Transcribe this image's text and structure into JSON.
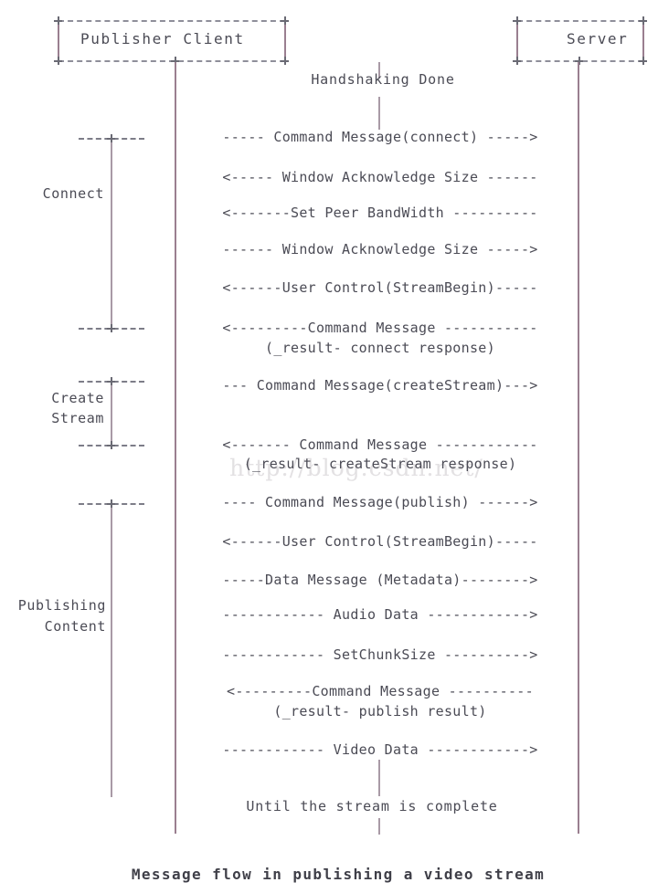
{
  "diagram": {
    "type": "ascii-sequence-diagram",
    "caption": "Message flow in publishing a video stream",
    "watermark": "http://blog.csdn.net/",
    "colors": {
      "background": "#ffffff",
      "text": "#4b4b55",
      "lifeline": "#9a7f90",
      "box_border": "#8f8f9a",
      "watermark": "#e3e1e3"
    },
    "participants": [
      {
        "id": "publisher",
        "label": "Publisher Client"
      },
      {
        "id": "server",
        "label": "Server"
      }
    ],
    "notes": [
      {
        "id": "handshaking",
        "text": "Handshaking Done"
      },
      {
        "id": "until-complete",
        "text": "Until the stream is complete"
      }
    ],
    "phases": [
      {
        "id": "connect",
        "label": "Connect",
        "lines": [
          "Connect"
        ]
      },
      {
        "id": "create-stream",
        "label": "Create Stream",
        "lines": [
          "Create",
          "Stream"
        ]
      },
      {
        "id": "publishing-content",
        "label": "Publishing Content",
        "lines": [
          "Publishing",
          "Content"
        ]
      }
    ],
    "messages": [
      {
        "id": "m1",
        "text": "----- Command Message(connect) ----->",
        "label": "Command Message(connect)",
        "direction": "client-to-server"
      },
      {
        "id": "m2",
        "text": "<----- Window Acknowledge Size ------",
        "label": "Window Acknowledge Size",
        "direction": "server-to-client"
      },
      {
        "id": "m3",
        "text": "<-------Set Peer BandWidth ----------",
        "label": "Set Peer BandWidth",
        "direction": "server-to-client"
      },
      {
        "id": "m4",
        "text": "------ Window Acknowledge Size ----->",
        "label": "Window Acknowledge Size",
        "direction": "client-to-server"
      },
      {
        "id": "m5",
        "text": "<------User Control(StreamBegin)-----",
        "label": "User Control(StreamBegin)",
        "direction": "server-to-client"
      },
      {
        "id": "m6",
        "text": "<---------Command Message -----------",
        "label": "Command Message",
        "sublabel": "(_result- connect response)",
        "direction": "server-to-client"
      },
      {
        "id": "m7",
        "text": "--- Command Message(createStream)--->",
        "label": "Command Message(createStream)",
        "direction": "client-to-server"
      },
      {
        "id": "m8",
        "text": "<------- Command Message ------------",
        "label": "Command Message",
        "sublabel": "(_result- createStream response)",
        "direction": "server-to-client"
      },
      {
        "id": "m9",
        "text": "---- Command Message(publish) ------>",
        "label": "Command Message(publish)",
        "direction": "client-to-server"
      },
      {
        "id": "m10",
        "text": "<------User Control(StreamBegin)-----",
        "label": "User Control(StreamBegin)",
        "direction": "server-to-client"
      },
      {
        "id": "m11",
        "text": "-----Data Message (Metadata)-------->",
        "label": "Data Message (Metadata)",
        "direction": "client-to-server"
      },
      {
        "id": "m12",
        "text": "------------ Audio Data ------------>",
        "label": "Audio Data",
        "direction": "client-to-server"
      },
      {
        "id": "m13",
        "text": "------------ SetChunkSize ---------->",
        "label": "SetChunkSize",
        "direction": "client-to-server"
      },
      {
        "id": "m14",
        "text": "<---------Command Message ----------",
        "label": "Command Message",
        "sublabel": "(_result- publish result)",
        "direction": "server-to-client"
      },
      {
        "id": "m15",
        "text": "------------ Video Data ------------>",
        "label": "Video Data",
        "direction": "client-to-server"
      }
    ]
  }
}
